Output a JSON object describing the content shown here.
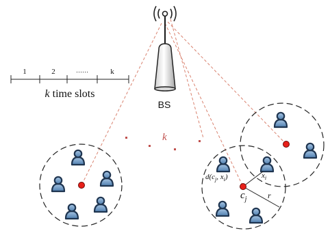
{
  "diagram": {
    "timeline": {
      "ticks": [
        "1",
        "2",
        "……",
        "k"
      ],
      "caption_var": "k",
      "caption_rest": " time slots"
    },
    "base_station": {
      "label": "BS"
    },
    "cluster_count_label": "k",
    "annotations": {
      "distance_prefix": "d(c",
      "distance_sub_j": "j",
      "distance_mid": ", x",
      "distance_sub_i": "i",
      "distance_suffix": ")",
      "user_label": "x",
      "user_sub": "i",
      "center_label": "c",
      "center_sub": "j",
      "radius_label": "r"
    },
    "colors": {
      "link": "#d9826f",
      "center": "#e8201a",
      "dots": "#c0504d",
      "user_fill": "#6e9bc8",
      "user_stroke": "#1f3550",
      "circle": "#222222"
    },
    "icons": [
      "base-station-icon",
      "user-icon",
      "signal-waves-icon"
    ]
  }
}
